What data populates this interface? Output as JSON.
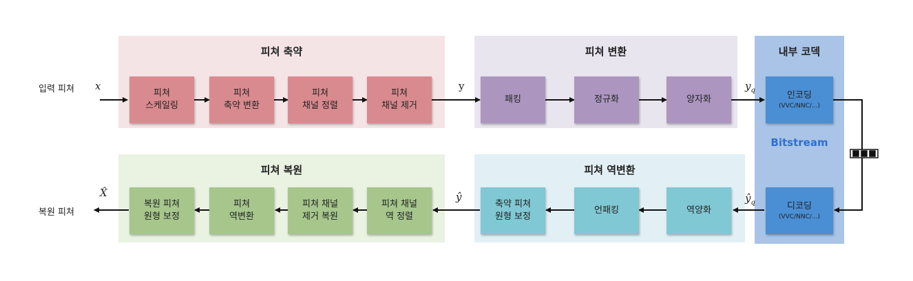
{
  "reduction": {
    "title": "피쳐 축약",
    "boxes": [
      {
        "line1": "피쳐",
        "line2": "스케일링"
      },
      {
        "line1": "피쳐",
        "line2": "축약 변환"
      },
      {
        "line1": "피쳐",
        "line2": "채널 정렬"
      },
      {
        "line1": "피쳐",
        "line2": "채널 제거"
      }
    ]
  },
  "transform": {
    "title": "피쳐 변환",
    "boxes": [
      "패킹",
      "정규화",
      "양자화"
    ]
  },
  "codec": {
    "title": "내부 코덱",
    "encoder": {
      "line1": "인코딩",
      "line2": "(VVC/NNC/...)"
    },
    "decoder": {
      "line1": "디코딩",
      "line2": "(VVC/NNC/...)"
    },
    "bitstream": "Bitstream"
  },
  "inverse": {
    "title": "피쳐 역변환",
    "boxes": [
      {
        "line1": "역양화",
        "line2": ""
      },
      {
        "line1": "언패킹",
        "line2": ""
      },
      {
        "line1": "축약 피쳐",
        "line2": "원형 보정"
      }
    ]
  },
  "restoration": {
    "title": "피쳐 복원",
    "boxes": [
      {
        "line1": "피쳐 채널",
        "line2": "역 정렬"
      },
      {
        "line1": "피쳐 채널",
        "line2": "제거 복원"
      },
      {
        "line1": "피쳐",
        "line2": "역변환"
      },
      {
        "line1": "복원 피쳐",
        "line2": "원형 보정"
      }
    ]
  },
  "labels": {
    "input": "입력 피쳐",
    "output": "복원 피쳐",
    "x": "x",
    "y": "y",
    "yq": "y",
    "yq_sub": "q",
    "yhat": "ŷ",
    "yqhat": "ŷ",
    "yqhat_sub": "q",
    "xhat": "X̂"
  },
  "colors": {
    "reduction_bg": "#f5e4e6",
    "transform_bg": "#e9e5ef",
    "codec_bg": "#a9c4e6",
    "inverse_bg": "#e2f0f6",
    "restoration_bg": "#eaf2e2"
  }
}
